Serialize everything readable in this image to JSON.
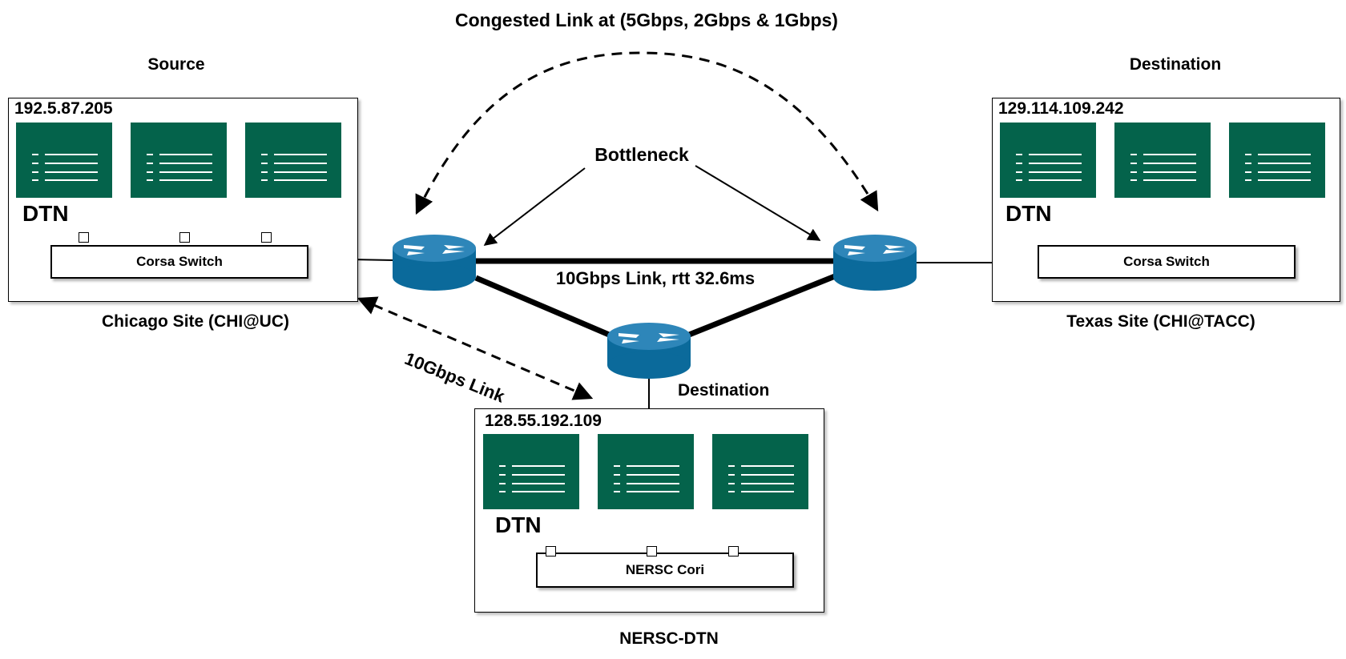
{
  "title": "Congested Link at (5Gbps, 2Gbps & 1Gbps)",
  "bottleneck_label": "Bottleneck",
  "main_link_label": "10Gbps Link, rtt 32.6ms",
  "nersc_link_label": "10Gbps Link",
  "colors": {
    "server": "#04634b",
    "router": "#0b6a9b",
    "router_top": "#2e86b9"
  },
  "sites": {
    "chicago": {
      "role": "Source",
      "ip": "192.5.87.205",
      "dtn": "DTN",
      "switch": "Corsa Switch",
      "name": "Chicago Site (CHI@UC)",
      "server_icon": "server-icon"
    },
    "texas": {
      "role": "Destination",
      "ip": "129.114.109.242",
      "dtn": "DTN",
      "switch": "Corsa Switch",
      "name": "Texas Site (CHI@TACC)",
      "server_icon": "server-icon"
    },
    "nersc": {
      "role": "Destination",
      "ip": "128.55.192.109",
      "dtn": "DTN",
      "switch": "NERSC Cori",
      "name": "NERSC-DTN",
      "server_icon": "server-icon"
    }
  }
}
